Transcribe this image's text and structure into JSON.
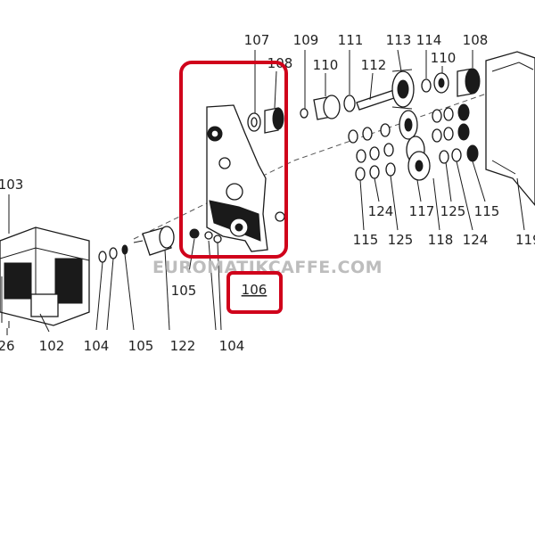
{
  "diagram": {
    "highlight_color": "#d0021b",
    "highlighted_part": "106",
    "watermark": "EUROMATIKCAFFE.COM",
    "labels": {
      "l103": "103",
      "l26": "26",
      "l102": "102",
      "l104a": "104",
      "l105a": "105",
      "l122": "122",
      "l105b": "105",
      "l104b": "104",
      "l106": "106",
      "l107": "107",
      "l108a": "108",
      "l109": "109",
      "l110a": "110",
      "l111": "111",
      "l112": "112",
      "l113": "113",
      "l114": "114",
      "l110b": "110",
      "l108b": "108",
      "l124a": "124",
      "l117": "117",
      "l125a": "125",
      "l115a": "115",
      "l115b": "115",
      "l125b": "125",
      "l118": "118",
      "l124b": "124",
      "l119": "119"
    }
  }
}
